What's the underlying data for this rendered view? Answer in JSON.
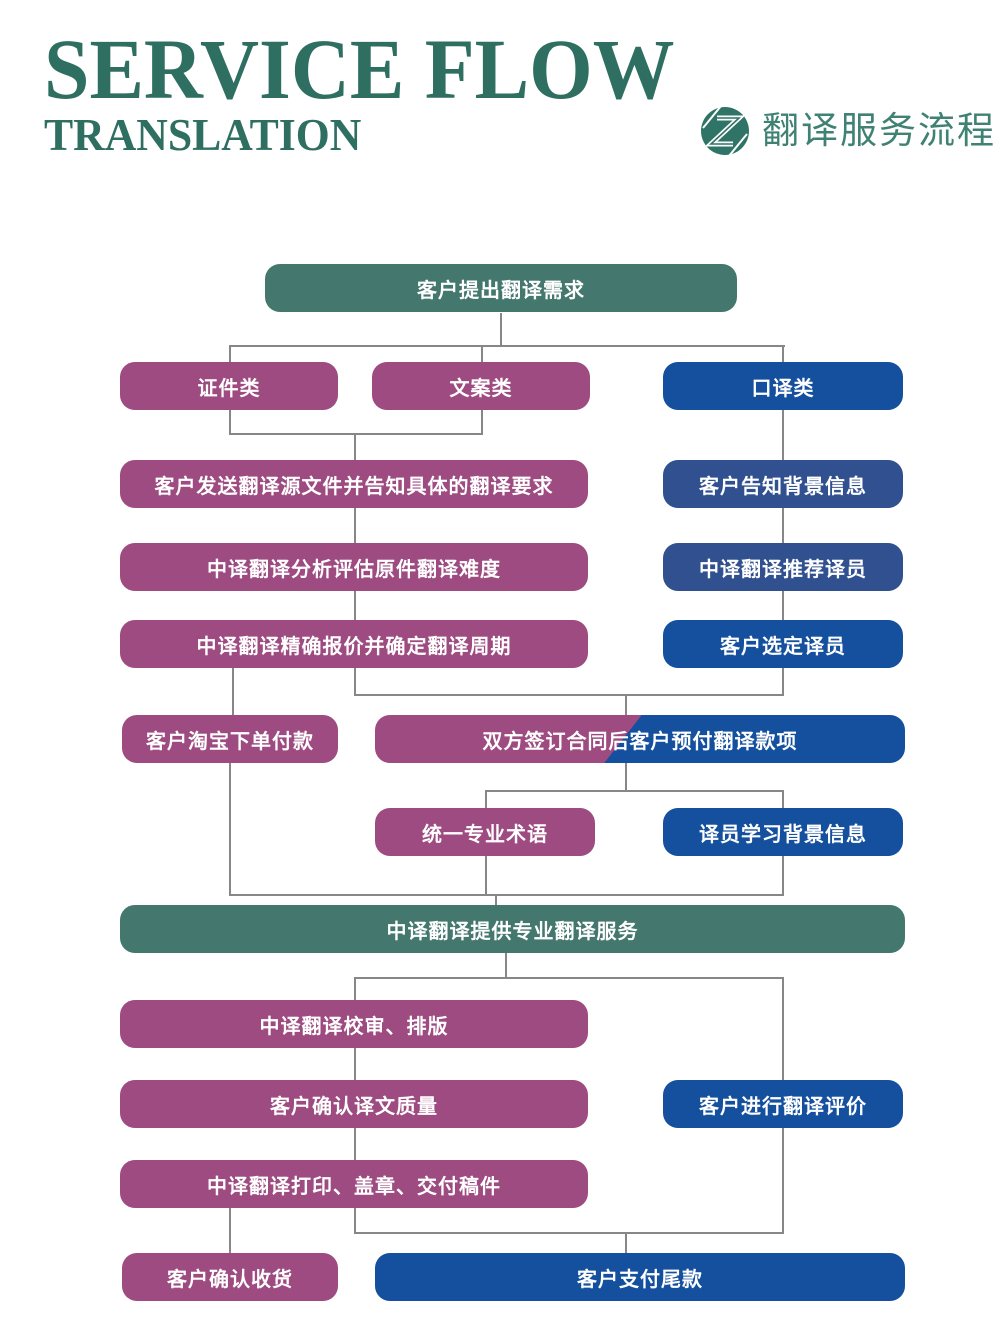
{
  "header": {
    "title": "SERVICE FLOW",
    "subtitle": "TRANSLATION",
    "tagline": "翻译服务流程",
    "logo_icon": "zy-brand-emblem"
  },
  "palette": {
    "teal": "#44786e",
    "purple": "#9d4b80",
    "blue": "#14509e",
    "blue_muted": "#31508f",
    "heading_text": "#2f6f62",
    "tagline_text": "#3f8173",
    "connector_gray": "#878787",
    "node_text": "#ffffff"
  },
  "nodes": {
    "demand": {
      "label": "客户提出翻译需求",
      "variant": "teal"
    },
    "cert": {
      "label": "证件类",
      "variant": "purple"
    },
    "copy": {
      "label": "文案类",
      "variant": "purple"
    },
    "interp": {
      "label": "口译类",
      "variant": "blue"
    },
    "send_source": {
      "label": "客户发送翻译源文件并告知具体的翻译要求",
      "variant": "purple"
    },
    "bg_info": {
      "label": "客户告知背景信息",
      "variant": "blue_muted"
    },
    "analyze": {
      "label": "中译翻译分析评估原件翻译难度",
      "variant": "purple"
    },
    "recommend": {
      "label": "中译翻译推荐译员",
      "variant": "blue_muted"
    },
    "quote": {
      "label": "中译翻译精确报价并确定翻译周期",
      "variant": "purple"
    },
    "select": {
      "label": "客户选定译员",
      "variant": "blue"
    },
    "taobao": {
      "label": "客户淘宝下单付款",
      "variant": "purple"
    },
    "contract": {
      "label": "双方签订合同后客户预付翻译款项",
      "variant": "split"
    },
    "terms": {
      "label": "统一专业术语",
      "variant": "purple"
    },
    "learn_bg": {
      "label": "译员学习背景信息",
      "variant": "blue"
    },
    "provide": {
      "label": "中译翻译提供专业翻译服务",
      "variant": "teal"
    },
    "proofread": {
      "label": "中译翻译校审、排版",
      "variant": "purple"
    },
    "confirm_quality": {
      "label": "客户确认译文质量",
      "variant": "purple"
    },
    "evaluate": {
      "label": "客户进行翻译评价",
      "variant": "blue"
    },
    "print": {
      "label": "中译翻译打印、盖章、交付稿件",
      "variant": "purple"
    },
    "receive": {
      "label": "客户确认收货",
      "variant": "purple"
    },
    "pay_balance": {
      "label": "客户支付尾款",
      "variant": "blue"
    }
  }
}
